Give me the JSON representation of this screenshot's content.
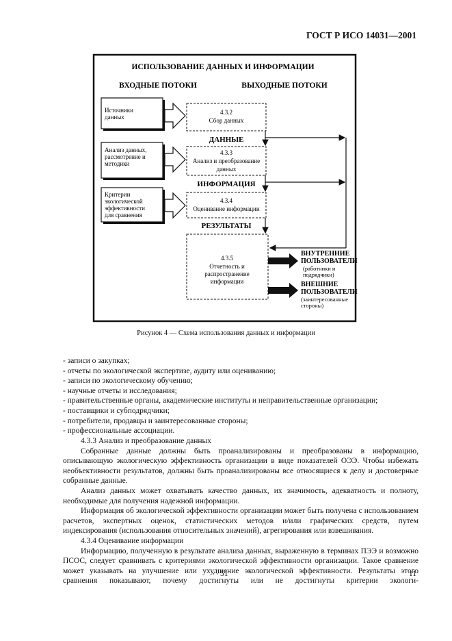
{
  "header": {
    "standard": "ГОСТ Р ИСО 14031—2001"
  },
  "diagram": {
    "title": "ИСПОЛЬЗОВАНИЕ ДАННЫХ И ИНФОРМАЦИИ",
    "input_flows": "ВХОДНЫЕ ПОТОКИ",
    "output_flows": "ВЫХОДНЫЕ ПОТОКИ",
    "inputs": [
      {
        "lines": [
          "Источники",
          "данных"
        ]
      },
      {
        "lines": [
          "Анализ данных,",
          "рассмотрение и",
          "методики"
        ]
      },
      {
        "lines": [
          "Критерии",
          "экологической",
          "эффективности",
          "для сравнения"
        ]
      }
    ],
    "process": [
      {
        "lines": [
          "4.3.2",
          "Сбор данных"
        ]
      },
      {
        "lines": [
          "4.3.3",
          "Анализ и преобразование",
          "данных"
        ]
      },
      {
        "lines": [
          "4.3.4",
          "Оценивание информации"
        ]
      },
      {
        "lines": [
          "4.3.5",
          "Отчетность и",
          "распространение",
          "информации"
        ]
      }
    ],
    "stage_labels": [
      "ДАННЫЕ",
      "ИНФОРМАЦИЯ",
      "РЕЗУЛЬТАТЫ"
    ],
    "outputs": [
      {
        "title": [
          "ВНУТРЕННИЕ",
          "ПОЛЬЗОВАТЕЛИ"
        ],
        "sub": [
          "(работники и",
          "подрядчики)"
        ]
      },
      {
        "title": [
          "ВНЕШНИЕ",
          "ПОЛЬЗОВАТЕЛИ"
        ],
        "sub": [
          "(заинтересованные",
          "стороны)"
        ]
      }
    ]
  },
  "caption": "Рисунок 4 — Схема использования данных и информации",
  "bullets": [
    "- записи о закупках;",
    "- отчеты по экологической экспертизе, аудиту или оцениванию;",
    "- записи по экологическому обучению;",
    "- научные отчеты и исследования;",
    "- правительственные органы, академические институты и неправительственные организации;",
    "- поставщики и субподрядчики;",
    "- потребители, продавцы и заинтересованные стороны;",
    "- профессиональные ассоциации."
  ],
  "section_433": "4.3.3  Анализ и преобразование данных",
  "para1": "Собранные данные должны быть проанализированы и преобразованы в информацию, описывающую экологическую эффективность организации в виде показателей ОЭЭ. Чтобы избежать необъективности результатов, должны быть проанализированы все относящиеся к делу и достоверные собранные данные.",
  "para2": "Анализ данных может охватывать качество данных, их значимость, адекватность и полноту, необходимые для получения надежной информации.",
  "para3": "Информация об экологической эффективности организации может быть получена с использованием расчетов, экспертных оценок, статистических методов и/или графических средств, путем индексирования (использования относительных значений), агрегирования или взвешивания.",
  "section_434": "4.3.4  Оценивание информации",
  "para4": "Информацию, полученную в результате анализа данных, выраженную в терминах ПЭЭ и возможно ПСОС, следует сравнивать с критериями экологической эффективности организации. Такое сравнение может указывать на улучшение или ухудшение экологической эффективности. Результаты этого сравнения показывают, почему достигнуты или не достигнуты критерии экологи-",
  "page_center": "51",
  "page_right": "11"
}
